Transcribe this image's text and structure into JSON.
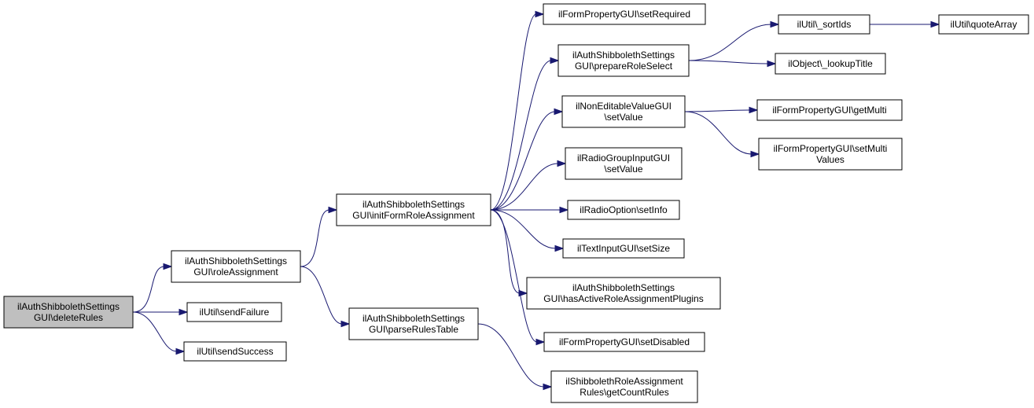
{
  "nodes": {
    "n_deleteRules": {
      "lines": [
        "ilAuthShibbolethSettings",
        "GUI\\deleteRules"
      ],
      "root": true
    },
    "n_roleAssignment": {
      "lines": [
        "ilAuthShibbolethSettings",
        "GUI\\roleAssignment"
      ]
    },
    "n_sendFailure": {
      "lines": [
        "ilUtil\\sendFailure"
      ]
    },
    "n_sendSuccess": {
      "lines": [
        "ilUtil\\sendSuccess"
      ]
    },
    "n_initFormRoleAssignment": {
      "lines": [
        "ilAuthShibbolethSettings",
        "GUI\\initFormRoleAssignment"
      ]
    },
    "n_parseRulesTable": {
      "lines": [
        "ilAuthShibbolethSettings",
        "GUI\\parseRulesTable"
      ]
    },
    "n_setRequired": {
      "lines": [
        "ilFormPropertyGUI\\setRequired"
      ]
    },
    "n_prepareRoleSelect": {
      "lines": [
        "ilAuthShibbolethSettings",
        "GUI\\prepareRoleSelect"
      ]
    },
    "n_nonEditableSetValue": {
      "lines": [
        "ilNonEditableValueGUI",
        "\\setValue"
      ]
    },
    "n_radioGroupSetValue": {
      "lines": [
        "ilRadioGroupInputGUI",
        "\\setValue"
      ]
    },
    "n_radioOptionSetInfo": {
      "lines": [
        "ilRadioOption\\setInfo"
      ]
    },
    "n_textInputSetSize": {
      "lines": [
        "ilTextInputGUI\\setSize"
      ]
    },
    "n_hasActivePlugins": {
      "lines": [
        "ilAuthShibbolethSettings",
        "GUI\\hasActiveRoleAssignmentPlugins"
      ]
    },
    "n_setDisabled": {
      "lines": [
        "ilFormPropertyGUI\\setDisabled"
      ]
    },
    "n_getCountRules": {
      "lines": [
        "ilShibbolethRoleAssignment",
        "Rules\\getCountRules"
      ]
    },
    "n_sortIds": {
      "lines": [
        "ilUtil\\_sortIds"
      ]
    },
    "n_lookupTitle": {
      "lines": [
        "ilObject\\_lookupTitle"
      ]
    },
    "n_getMulti": {
      "lines": [
        "ilFormPropertyGUI\\getMulti"
      ]
    },
    "n_setMultiValues": {
      "lines": [
        "ilFormPropertyGUI\\setMulti",
        "Values"
      ]
    },
    "n_quoteArray": {
      "lines": [
        "ilUtil\\quoteArray"
      ]
    }
  },
  "edges": [
    [
      "n_deleteRules",
      "n_roleAssignment"
    ],
    [
      "n_deleteRules",
      "n_sendFailure"
    ],
    [
      "n_deleteRules",
      "n_sendSuccess"
    ],
    [
      "n_roleAssignment",
      "n_initFormRoleAssignment"
    ],
    [
      "n_roleAssignment",
      "n_parseRulesTable"
    ],
    [
      "n_initFormRoleAssignment",
      "n_setRequired"
    ],
    [
      "n_initFormRoleAssignment",
      "n_prepareRoleSelect"
    ],
    [
      "n_initFormRoleAssignment",
      "n_nonEditableSetValue"
    ],
    [
      "n_initFormRoleAssignment",
      "n_radioGroupSetValue"
    ],
    [
      "n_initFormRoleAssignment",
      "n_radioOptionSetInfo"
    ],
    [
      "n_initFormRoleAssignment",
      "n_textInputSetSize"
    ],
    [
      "n_initFormRoleAssignment",
      "n_hasActivePlugins"
    ],
    [
      "n_initFormRoleAssignment",
      "n_setDisabled"
    ],
    [
      "n_parseRulesTable",
      "n_getCountRules"
    ],
    [
      "n_prepareRoleSelect",
      "n_sortIds"
    ],
    [
      "n_prepareRoleSelect",
      "n_lookupTitle"
    ],
    [
      "n_nonEditableSetValue",
      "n_getMulti"
    ],
    [
      "n_nonEditableSetValue",
      "n_setMultiValues"
    ],
    [
      "n_sortIds",
      "n_quoteArray"
    ]
  ],
  "colors": {
    "edge": "#191970",
    "root_fill": "#bfbfbf",
    "node_fill": "#ffffff",
    "border": "#000000"
  }
}
